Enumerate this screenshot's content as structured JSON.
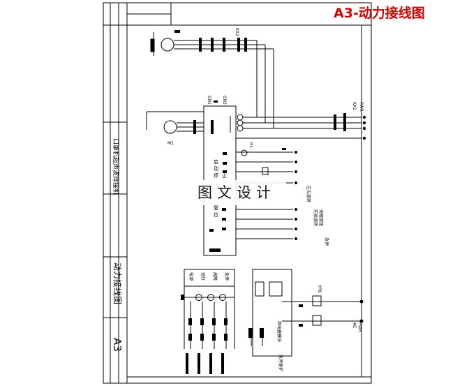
{
  "header": {
    "title": "A3-动力接线图"
  },
  "watermark": {
    "text": "图文设计"
  },
  "title_block": {
    "drawing_name": "动力接线图",
    "machine_name": "口罩机超声波焊接机",
    "sheet_size": "A3"
  },
  "labels": {
    "pwr_top": "PWR",
    "kx1": "KX1",
    "kx2": "KX2",
    "gn1": "GN1",
    "gn2": "GN2",
    "hl": "HL",
    "m1": "M1",
    "ypb": "YPB",
    "pwr_bottom": "PWR",
    "ac": "AC",
    "bottom_note": "急停保护"
  },
  "texts": {
    "ctrl_col1": "左右旋转",
    "ctrl_col2": "前后旋转",
    "ctrl_col3": "急停",
    "ctrl_list": "调速旋钮",
    "stack": [
      "启",
      "动",
      "停",
      "止",
      "复",
      "位"
    ],
    "indicators": [
      "电源",
      "运行",
      "故障",
      "急停"
    ],
    "relay_label": "继电器模块"
  },
  "colors": {
    "line": "#000000",
    "title": "#d40000"
  }
}
